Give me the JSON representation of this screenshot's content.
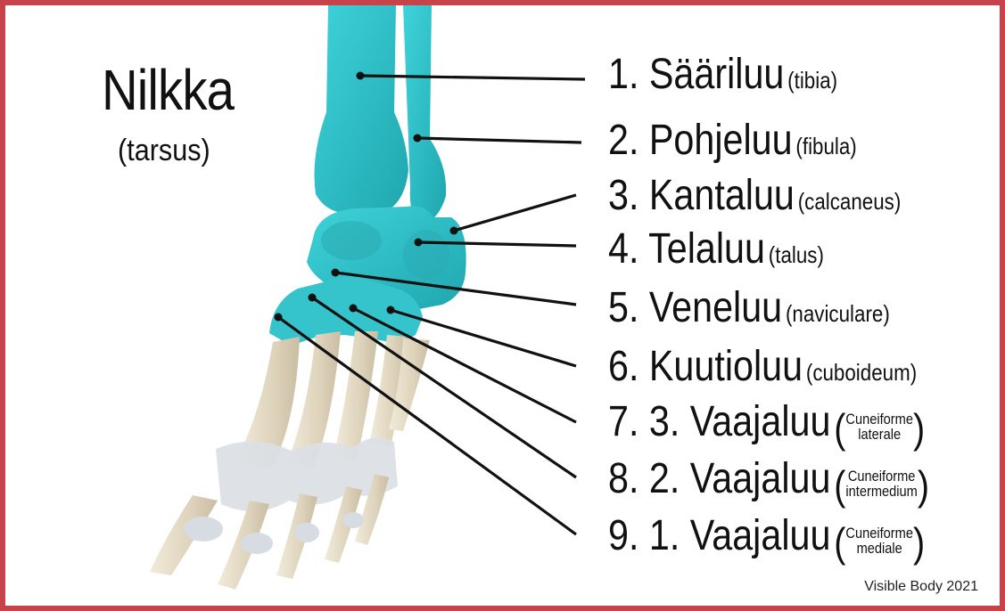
{
  "title": "Nilkka",
  "subtitle": "(tarsus)",
  "labels": [
    {
      "num": "1.",
      "name": "Sääriluu",
      "latin": "(tibia)"
    },
    {
      "num": "2.",
      "name": "Pohjeluu",
      "latin": "(fibula)"
    },
    {
      "num": "3.",
      "name": "Kantaluu",
      "latin": "(calcaneus)"
    },
    {
      "num": "4.",
      "name": "Telaluu",
      "latin": "(talus)"
    },
    {
      "num": "5.",
      "name": "Veneluu",
      "latin": "(naviculare)"
    },
    {
      "num": "6.",
      "name": "Kuutioluu",
      "latin": "(cuboideum)"
    },
    {
      "num": "7.",
      "name": "3. Vaajaluu",
      "latin_line1": "Cuneiforme",
      "latin_line2": "laterale"
    },
    {
      "num": "8.",
      "name": "2. Vaajaluu",
      "latin_line1": "Cuneiforme",
      "latin_line2": "intermedium"
    },
    {
      "num": "9.",
      "name": "1. Vaajaluu",
      "latin_line1": "Cuneiforme",
      "latin_line2": "mediale"
    }
  ],
  "credit": "Visible Body 2021",
  "colors": {
    "border": "#c8424a",
    "tarsal_bone": "#2fbcc4",
    "metatarsal_bone": "#e6ddc8",
    "ligament": "#d8dde2",
    "leader": "#111111"
  }
}
